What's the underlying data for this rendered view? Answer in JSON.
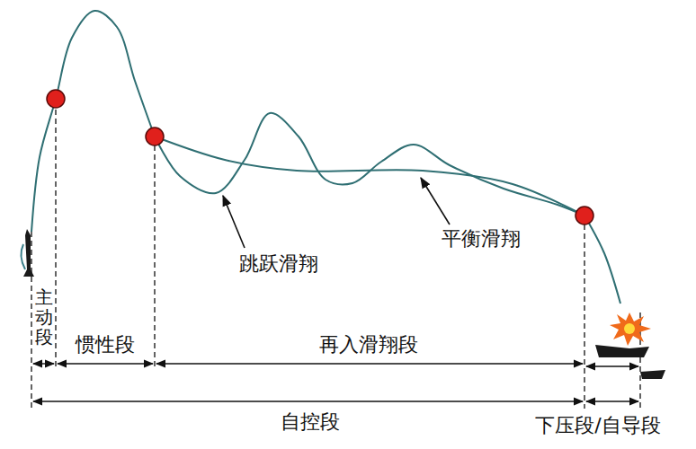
{
  "diagram": {
    "labels": [
      "跳跃滑翔",
      "平衡滑翔",
      "主动段",
      "惯性段",
      "再入滑翔段",
      "自控段",
      "下压段/自导段"
    ]
  }
}
